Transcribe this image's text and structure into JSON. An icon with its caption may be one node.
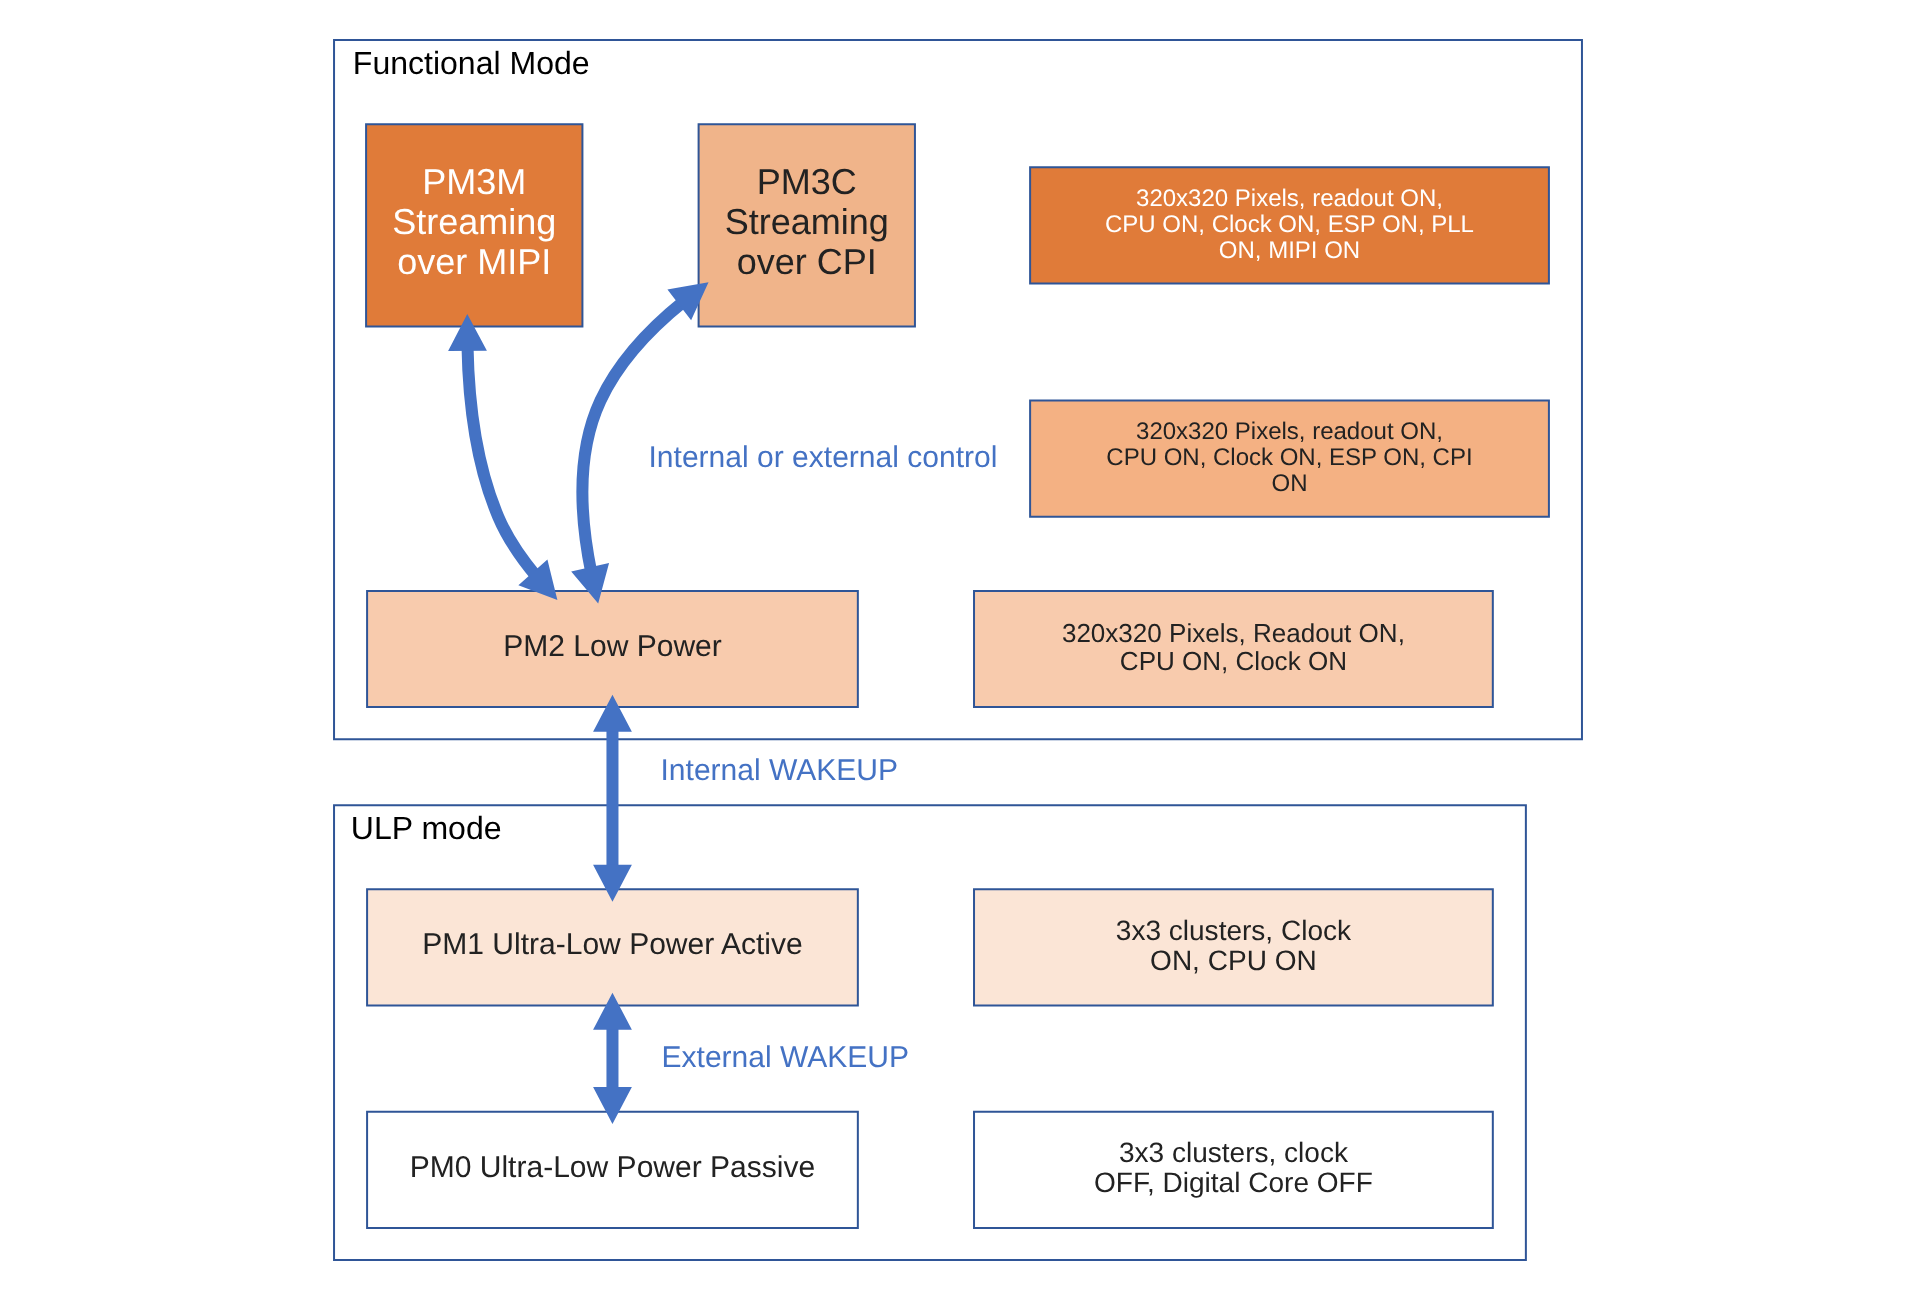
{
  "diagram": {
    "nodes": [
      {
        "text": [
          "Functional Mode"
        ]
      },
      {
        "text": [
          "PM3M Streaming over MIPI"
        ],
        "in": 0
      },
      {
        "text": [
          "PM3C Streaming over CPI"
        ],
        "in": 0
      },
      {
        "text": [
          "320x320 Pixels, readout ON, CPU ON, Clock ON, ESP ON, PLL ON, MIPI ON"
        ],
        "in": 0
      },
      {
        "text": [
          "320x320 Pixels, readout ON, CPU ON, Clock ON, ESP ON, CPI ON"
        ],
        "in": 0
      },
      {
        "text": [
          "PM2 Low Power"
        ],
        "in": 0
      },
      {
        "text": [
          "320x320 Pixels, Readout ON, CPU ON, Clock ON"
        ],
        "in": 0
      },
      {
        "text": [
          "ULP mode"
        ]
      },
      {
        "text": [
          "PM1 Ultra-Low Power Active"
        ],
        "in": 7
      },
      {
        "text": [
          "3x3 clusters, Clock ON, CPU ON"
        ],
        "in": 7
      },
      {
        "text": [
          "PM0 Ultra-Low Power Passive"
        ],
        "in": 7
      },
      {
        "text": [
          "3x3 clusters, clock OFF, Digital Core OFF"
        ],
        "in": 7
      }
    ],
    "edges": [
      {
        "from": 1,
        "to": 5,
        "arrow": "both"
      },
      {
        "from": 2,
        "to": 5,
        "arrow": "both",
        "label": "Internal or external control"
      },
      {
        "from": 5,
        "to": 8,
        "arrow": "both",
        "label": "Internal WAKEUP"
      },
      {
        "from": 8,
        "to": 10,
        "arrow": "both",
        "label": "External WAKEUP"
      }
    ]
  }
}
